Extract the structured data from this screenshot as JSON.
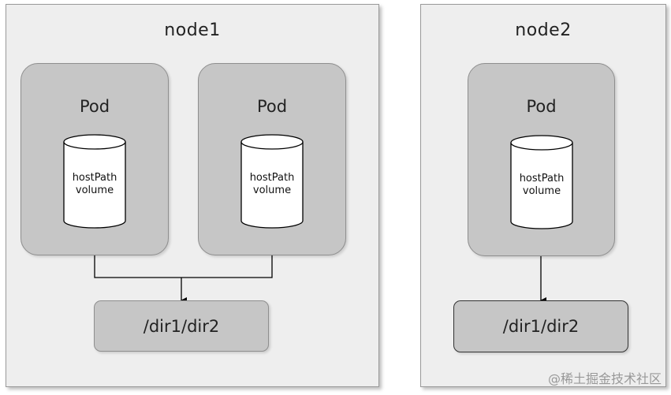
{
  "nodes": [
    {
      "title": "node1",
      "pods": [
        {
          "title": "Pod",
          "volume_line1": "hostPath",
          "volume_line2": "volume"
        },
        {
          "title": "Pod",
          "volume_line1": "hostPath",
          "volume_line2": "volume"
        }
      ],
      "dir": "/dir1/dir2"
    },
    {
      "title": "node2",
      "pods": [
        {
          "title": "Pod",
          "volume_line1": "hostPath",
          "volume_line2": "volume"
        }
      ],
      "dir": "/dir1/dir2"
    }
  ],
  "watermark": "@稀土掘金技术社区",
  "colors": {
    "node_bg": "#eeeeee",
    "pod_bg": "#c6c6c6",
    "line": "#000000"
  }
}
